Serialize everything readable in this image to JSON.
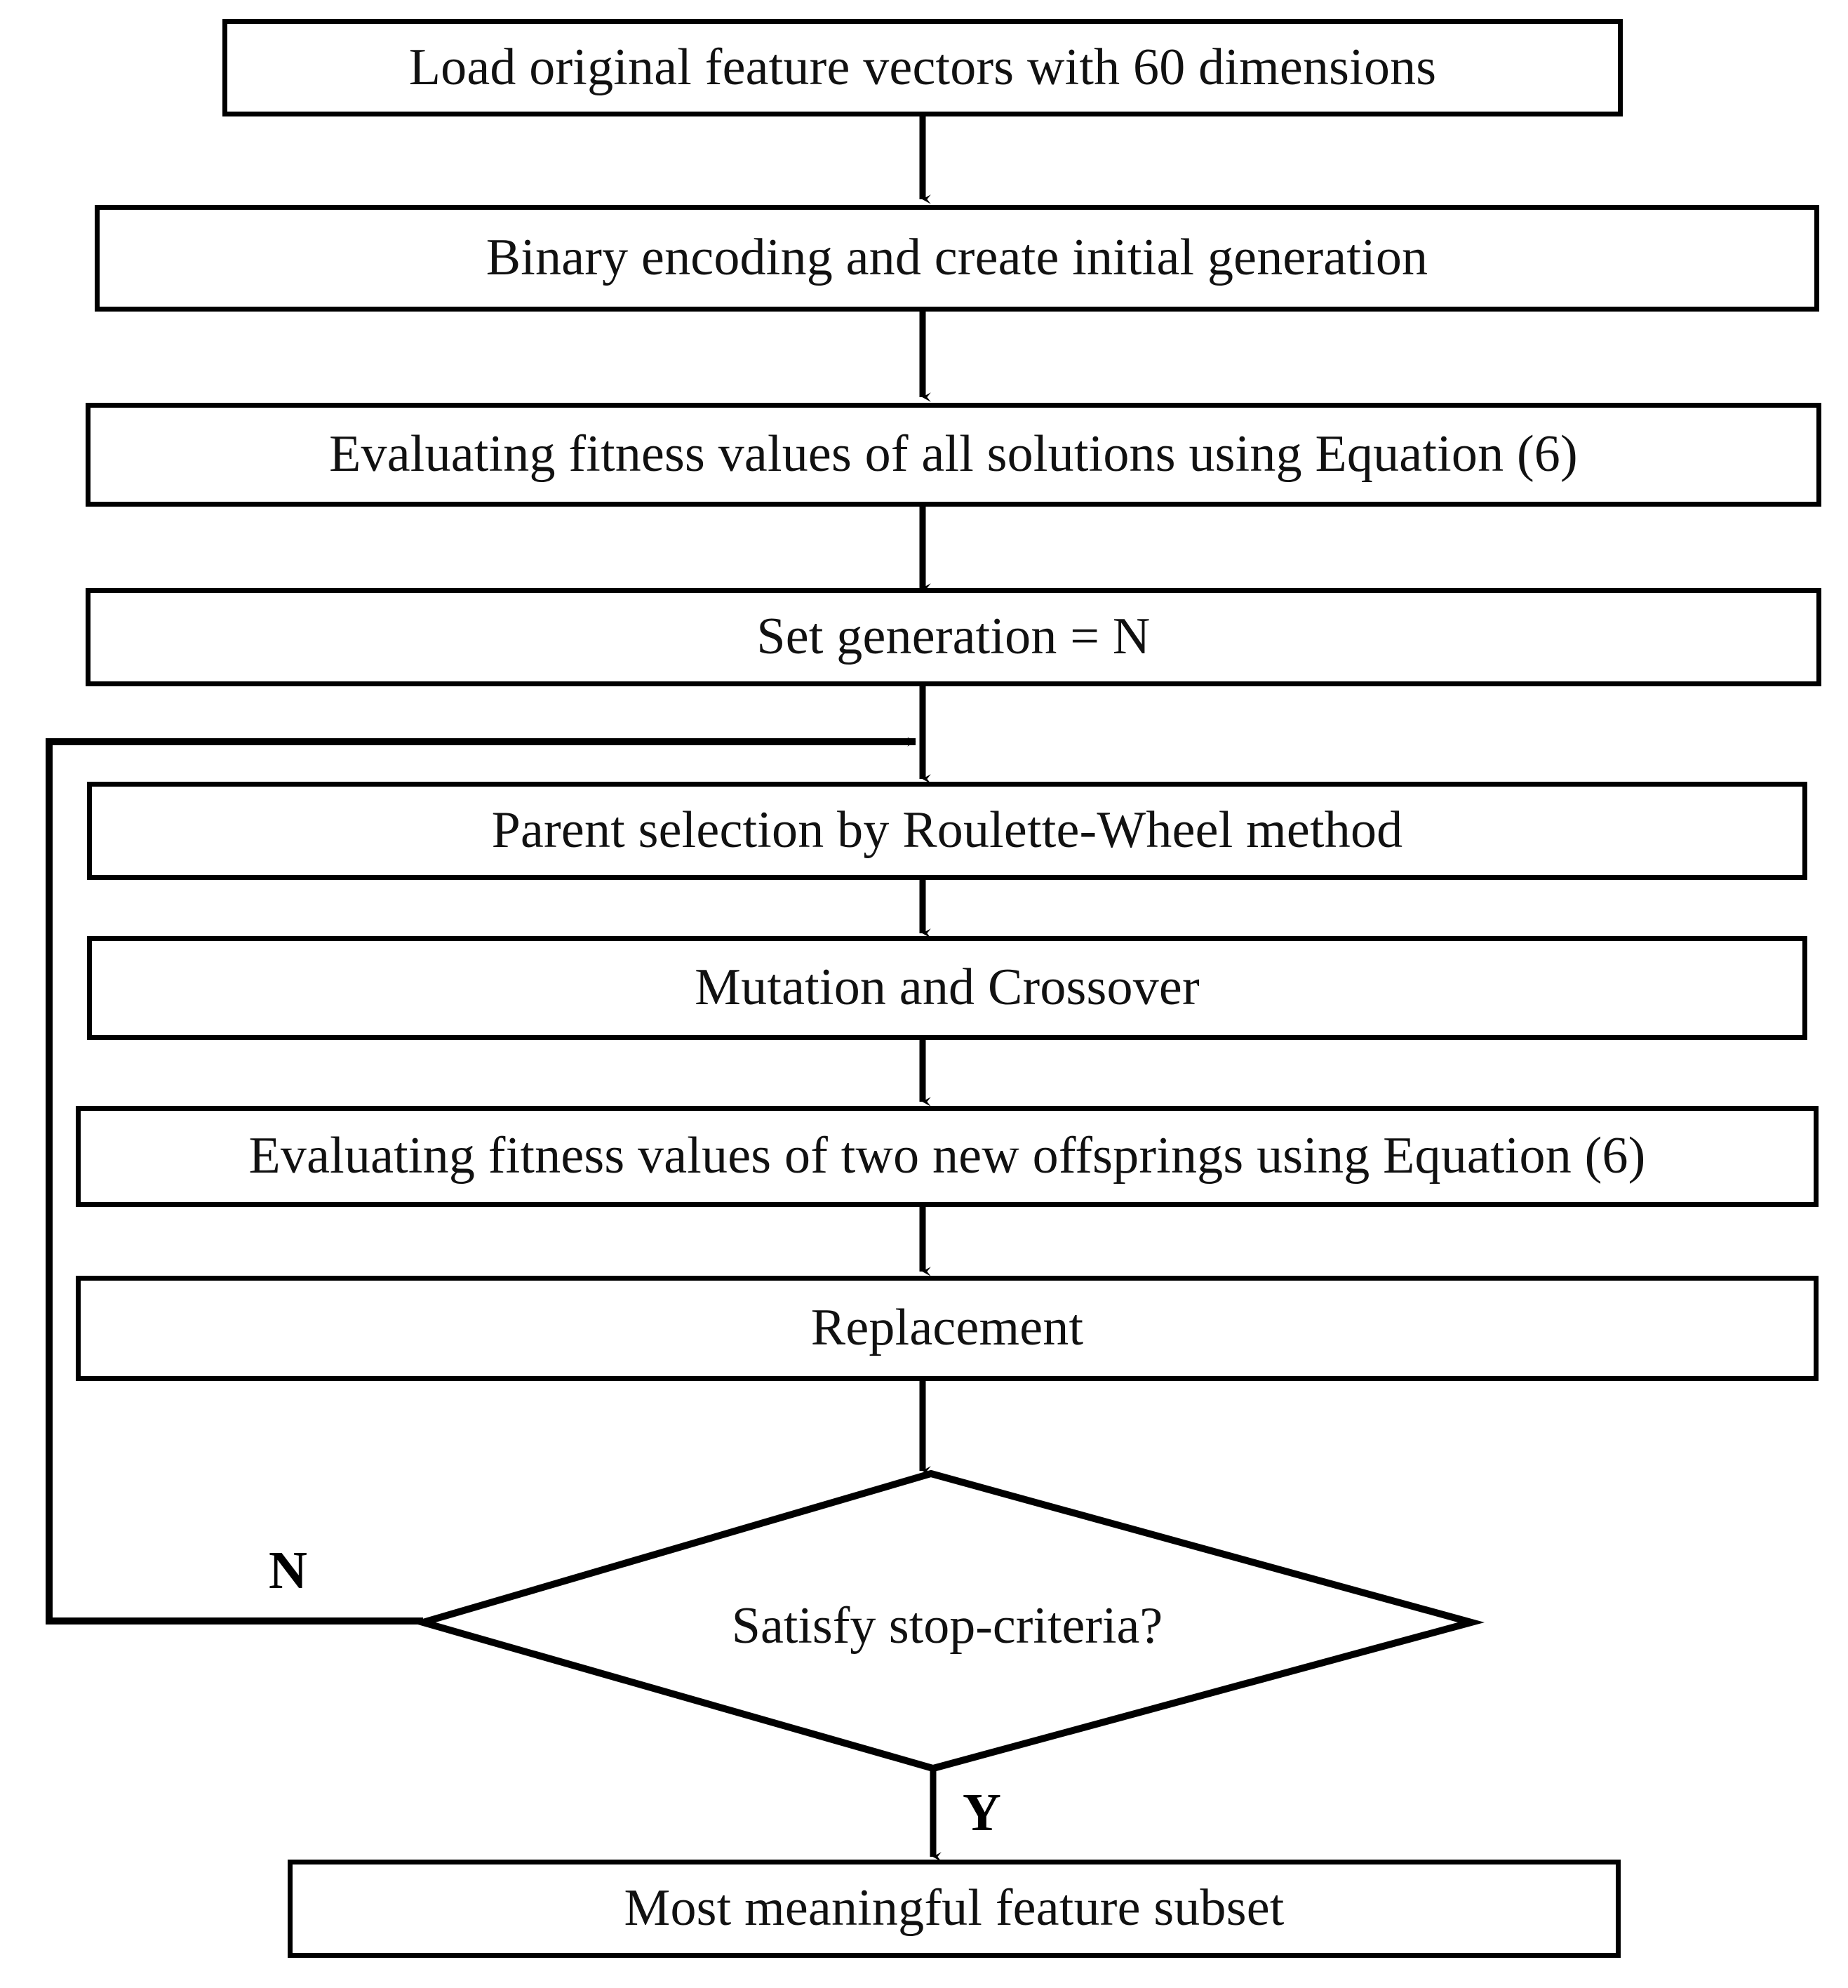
{
  "diagram": {
    "title": "Genetic algorithm feature-selection flowchart",
    "line_color": "#000000",
    "background_color": "#ffffff",
    "text_color": "#111111",
    "nodes": [
      {
        "id": "load",
        "shape": "process",
        "label": "Load original feature vectors with 60 dimensions"
      },
      {
        "id": "encode",
        "shape": "process",
        "label": "Binary encoding and create initial generation"
      },
      {
        "id": "eval_all",
        "shape": "process",
        "label": "Evaluating fitness values of all solutions using Equation (6)"
      },
      {
        "id": "set_gen",
        "shape": "process",
        "label": "Set generation = N"
      },
      {
        "id": "selection",
        "shape": "process",
        "label": "Parent selection by Roulette-Wheel method"
      },
      {
        "id": "mutation",
        "shape": "process",
        "label": "Mutation and Crossover"
      },
      {
        "id": "eval_off",
        "shape": "process",
        "label": "Evaluating fitness values of two new offsprings using Equation (6)"
      },
      {
        "id": "replacement",
        "shape": "process",
        "label": "Replacement"
      },
      {
        "id": "decision",
        "shape": "diamond",
        "label": "Satisfy stop-criteria?"
      },
      {
        "id": "result",
        "shape": "process",
        "label": "Most meaningful feature subset"
      }
    ],
    "branch_labels": {
      "no": "N",
      "yes": "Y"
    },
    "edges": [
      {
        "from": "load",
        "to": "encode",
        "label": ""
      },
      {
        "from": "encode",
        "to": "eval_all",
        "label": ""
      },
      {
        "from": "eval_all",
        "to": "set_gen",
        "label": ""
      },
      {
        "from": "set_gen",
        "to": "selection",
        "label": ""
      },
      {
        "from": "selection",
        "to": "mutation",
        "label": ""
      },
      {
        "from": "mutation",
        "to": "eval_off",
        "label": ""
      },
      {
        "from": "eval_off",
        "to": "replacement",
        "label": ""
      },
      {
        "from": "replacement",
        "to": "decision",
        "label": ""
      },
      {
        "from": "decision",
        "to": "selection",
        "label": "N"
      },
      {
        "from": "decision",
        "to": "result",
        "label": "Y"
      }
    ]
  }
}
